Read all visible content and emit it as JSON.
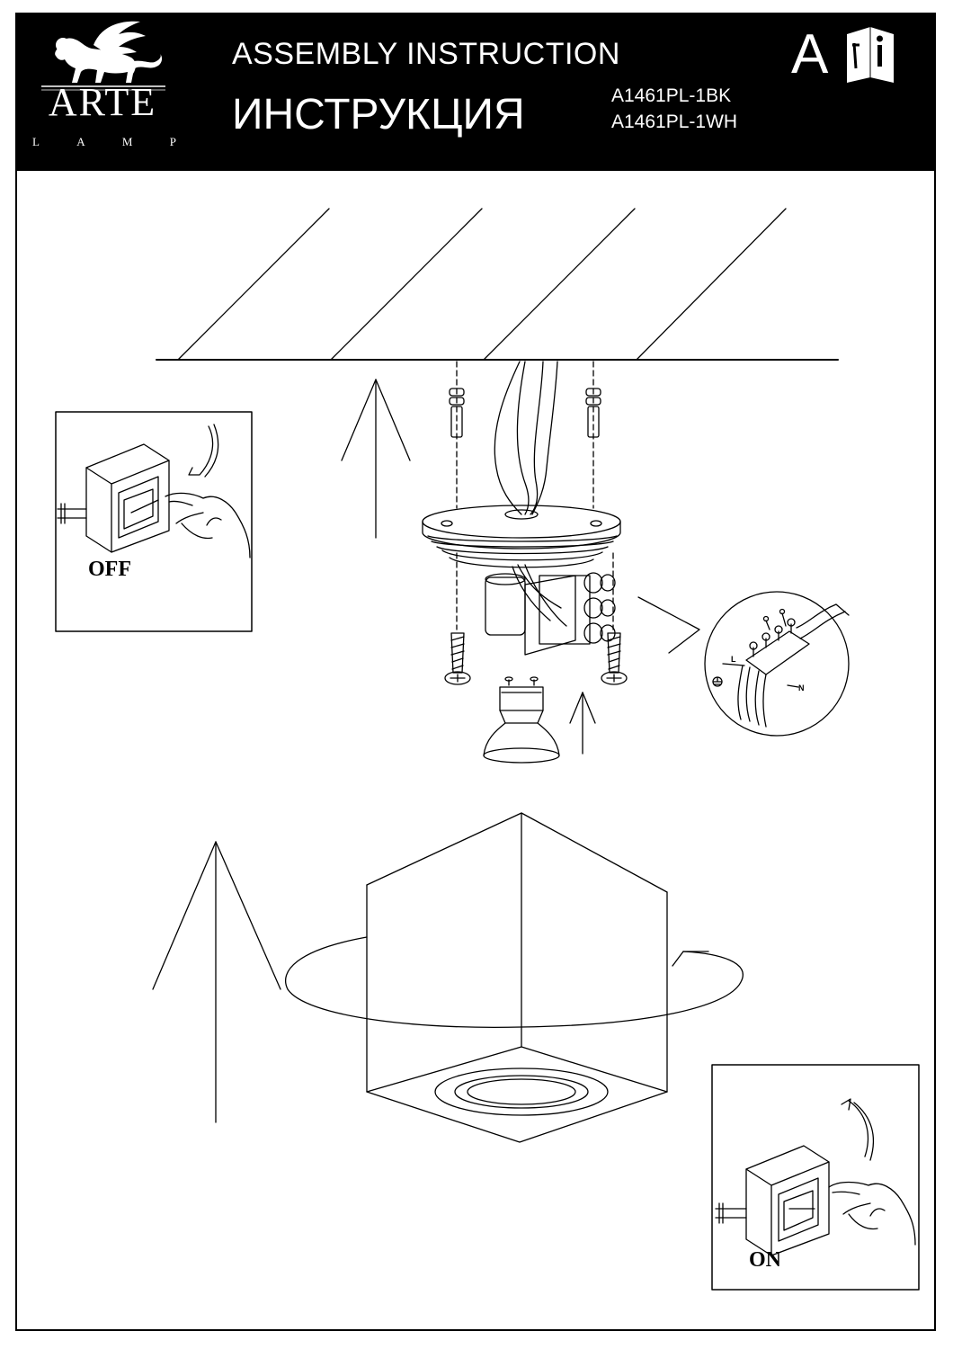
{
  "header": {
    "brand": "ARTE",
    "brand_sub": [
      "L",
      "A",
      "M",
      "P"
    ],
    "title_en": "ASSEMBLY  INSTRUCTION",
    "title_ru": "ИНСТРУКЦИЯ",
    "models": [
      "A1461PL-1BK",
      "A1461PL-1WH"
    ],
    "language_letter": "A",
    "icons": [
      "lion-logo-icon",
      "manual-info-icon"
    ]
  },
  "diagram": {
    "switch_off_label": "OFF",
    "switch_on_label": "ON",
    "wire_labels": {
      "live": "L",
      "neutral": "N"
    },
    "icons": [
      "ceiling-hatch",
      "screw-icon",
      "wall-plug-icon",
      "gu10-bulb-icon",
      "terminal-block-icon",
      "earth-symbol-icon",
      "rotation-arrow-icon",
      "hand-icon",
      "wall-switch-icon"
    ]
  }
}
